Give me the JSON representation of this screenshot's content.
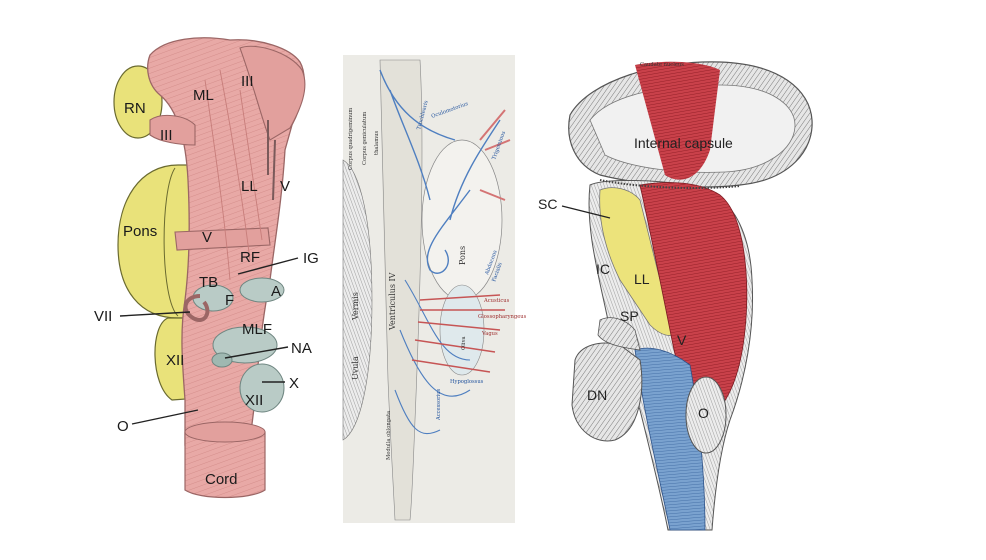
{
  "panels": {
    "left": {
      "labels": {
        "rn": "RN",
        "iii_left": "III",
        "iii_top": "III",
        "ml": "ML",
        "ll": "LL",
        "v_right": "V",
        "pons": "Pons",
        "v_mid": "V",
        "rf": "RF",
        "ig": "IG",
        "tb": "TB",
        "a": "A",
        "f": "F",
        "vii": "VII",
        "mlf": "MLF",
        "na": "NA",
        "xii_left": "XII",
        "x": "X",
        "xii_right": "XII",
        "o": "O",
        "cord": "Cord"
      }
    },
    "middle": {
      "labels": {
        "corpus_quad": "Corpus quadrigeminum",
        "corpus_gen": "Corpus geniculatum",
        "thalamus": "thalamus",
        "trochlearis": "Trochlearis",
        "oculomotorius": "Oculomotorius",
        "trigeminus": "Trigeminus",
        "vermis": "Vermis",
        "ventriculus": "Ventriculus IV",
        "pons": "Pons",
        "abducens": "Abducens",
        "facialis": "Facialis",
        "acusticus": "Acusticus",
        "glossopharyngeus": "Glossopharyngeus",
        "vagus": "Vagus",
        "uvula": "Uvula",
        "oliva": "Oliva",
        "medulla": "Medulla oblongata",
        "accessorius": "Accessorius",
        "hypoglossus": "Hypoglossus"
      }
    },
    "right": {
      "labels": {
        "caudate": "Caudate nucleus",
        "internal_capsule": "Internal capsule",
        "sc": "SC",
        "ic": "IC",
        "ll": "LL",
        "sp": "SP",
        "v": "V",
        "dn": "DN",
        "o": "O"
      }
    }
  },
  "colors": {
    "muscle_pink": "#e8a9a6",
    "pink_dark": "#c98583",
    "yellow": "#e9e27a",
    "green_gray": "#b9cbc6",
    "red": "#b8262e",
    "blue": "#6f97c7",
    "gray_engraving": "#c9c9c9"
  }
}
